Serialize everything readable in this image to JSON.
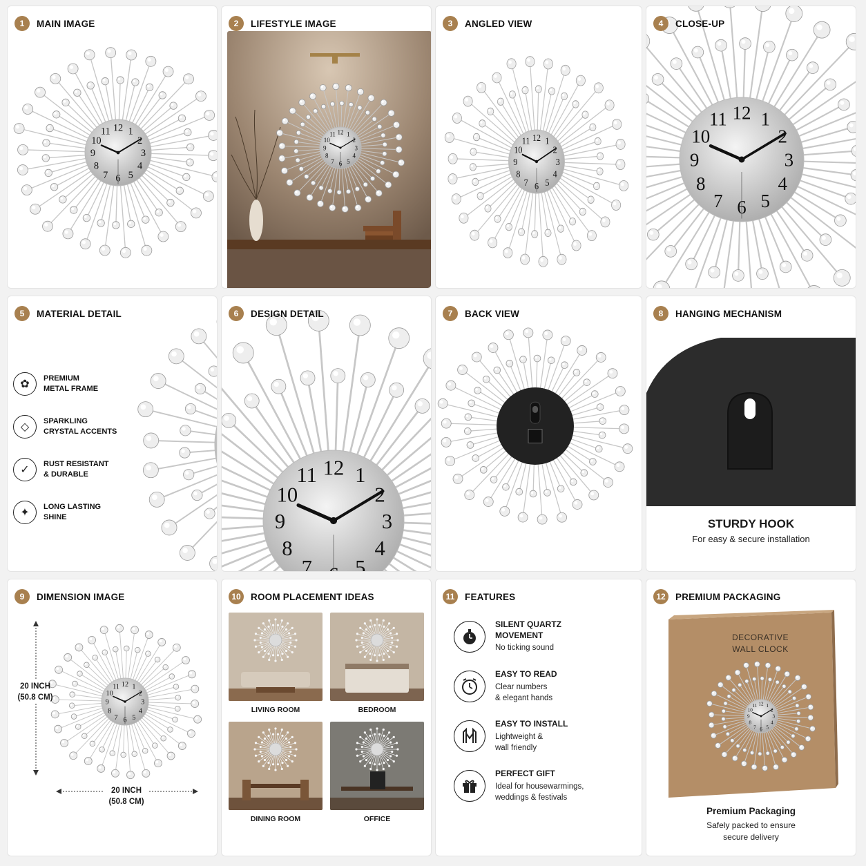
{
  "panels": [
    {
      "num": "1",
      "title": "MAIN IMAGE"
    },
    {
      "num": "2",
      "title": "LIFESTYLE IMAGE"
    },
    {
      "num": "3",
      "title": "ANGLED VIEW"
    },
    {
      "num": "4",
      "title": "CLOSE-UP"
    },
    {
      "num": "5",
      "title": "MATERIAL DETAIL"
    },
    {
      "num": "6",
      "title": "DESIGN DETAIL"
    },
    {
      "num": "7",
      "title": "BACK VIEW"
    },
    {
      "num": "8",
      "title": "HANGING MECHANISM"
    },
    {
      "num": "9",
      "title": "DIMENSION IMAGE"
    },
    {
      "num": "10",
      "title": "ROOM PLACEMENT IDEAS"
    },
    {
      "num": "11",
      "title": "FEATURES"
    },
    {
      "num": "12",
      "title": "PREMIUM PACKAGING"
    }
  ],
  "clock": {
    "numbers": [
      "12",
      "1",
      "2",
      "3",
      "4",
      "5",
      "6",
      "7",
      "8",
      "9",
      "10",
      "11"
    ]
  },
  "material": {
    "items": [
      {
        "line1": "PREMIUM",
        "line2": "METAL FRAME",
        "icon": "leaf-badge-icon"
      },
      {
        "line1": "SPARKLING",
        "line2": "CRYSTAL ACCENTS",
        "icon": "diamond-icon"
      },
      {
        "line1": "RUST RESISTANT",
        "line2": "& DURABLE",
        "icon": "shield-check-icon"
      },
      {
        "line1": "LONG LASTING",
        "line2": "SHINE",
        "icon": "sparkle-icon"
      }
    ]
  },
  "hook": {
    "title": "STURDY HOOK",
    "subtitle": "For easy & secure installation"
  },
  "dimension": {
    "height_line1": "20 INCH",
    "height_line2": "(50.8 CM)",
    "width_line1": "20 INCH",
    "width_line2": "(50.8 CM)"
  },
  "rooms": [
    "LIVING ROOM",
    "BEDROOM",
    "DINING ROOM",
    "OFFICE"
  ],
  "features": [
    {
      "title1": "SILENT QUARTZ",
      "title2": "MOVEMENT",
      "desc1": "No ticking sound",
      "desc2": "",
      "icon": "stopwatch-icon"
    },
    {
      "title1": "EASY TO READ",
      "title2": "",
      "desc1": "Clear numbers",
      "desc2": "& elegant hands",
      "icon": "clock-icon"
    },
    {
      "title1": "EASY TO INSTALL",
      "title2": "",
      "desc1": "Lightweight &",
      "desc2": "wall friendly",
      "icon": "install-icon"
    },
    {
      "title1": "PERFECT GIFT",
      "title2": "",
      "desc1": "Ideal for housewarmings,",
      "desc2": "weddings & festivals",
      "icon": "gift-icon"
    }
  ],
  "packaging": {
    "box_line1": "DECORATIVE",
    "box_line2": "WALL CLOCK",
    "title": "Premium Packaging",
    "desc1": "Safely packed to ensure",
    "desc2": "secure delivery"
  },
  "colors": {
    "accent": "#a8804f",
    "box": "#b48e67",
    "back": "#2a2a2a"
  }
}
